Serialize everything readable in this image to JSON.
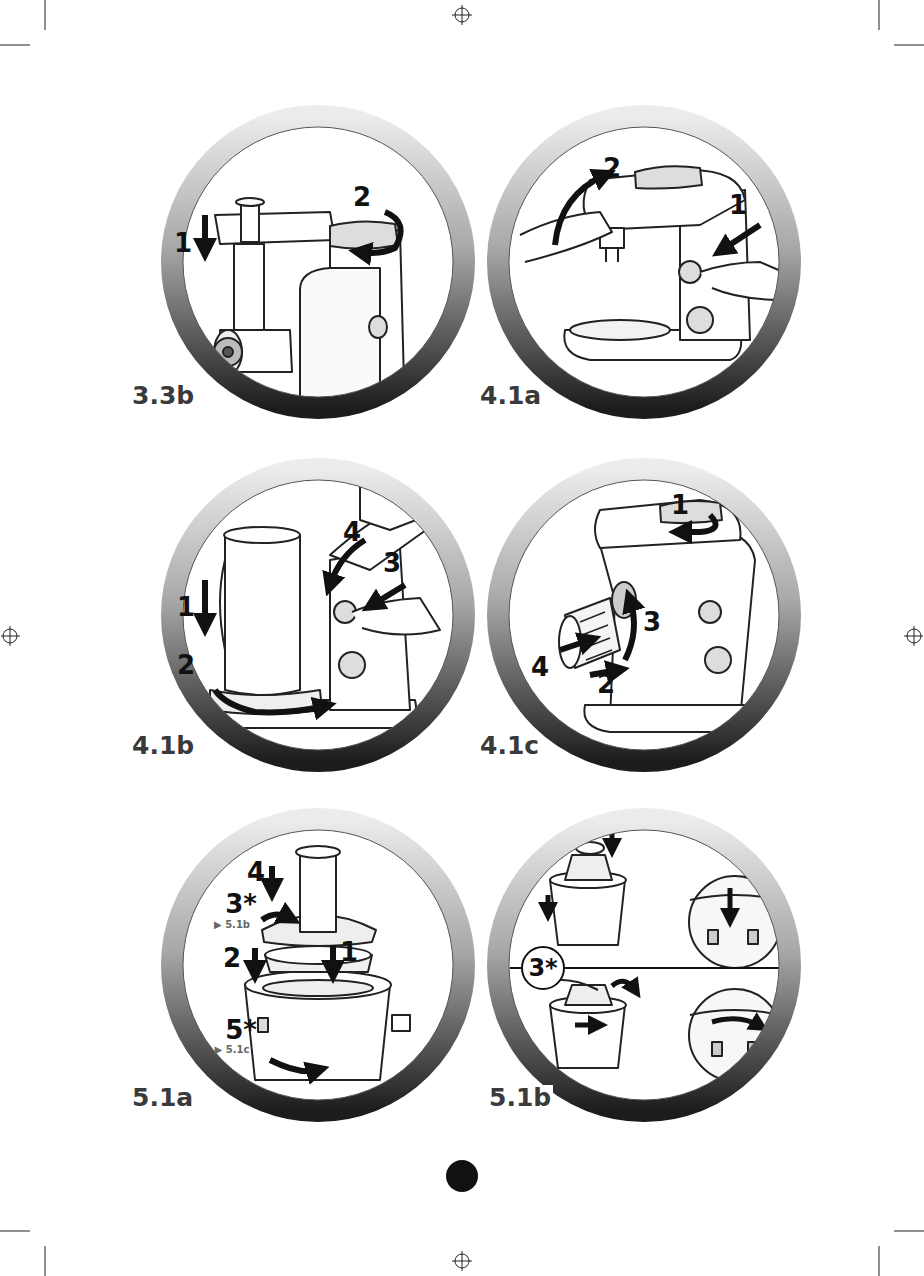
{
  "diagram": {
    "nodes": [
      {
        "text": [
          "3.3b"
        ]
      },
      {
        "text": [
          "4.1a"
        ]
      },
      {
        "text": [
          "4.1b"
        ]
      },
      {
        "text": [
          "4.1c"
        ]
      },
      {
        "text": [
          "5.1a"
        ]
      },
      {
        "text": [
          "5.1b"
        ]
      }
    ],
    "labels": [
      "1",
      "2",
      "2",
      "1",
      "4",
      "3",
      "1",
      "2",
      "1",
      "3",
      "4",
      "2",
      "4",
      "3*",
      "▶ 5.1b",
      "2",
      "1",
      "5*",
      "▶ 5.1c",
      "3*"
    ]
  }
}
